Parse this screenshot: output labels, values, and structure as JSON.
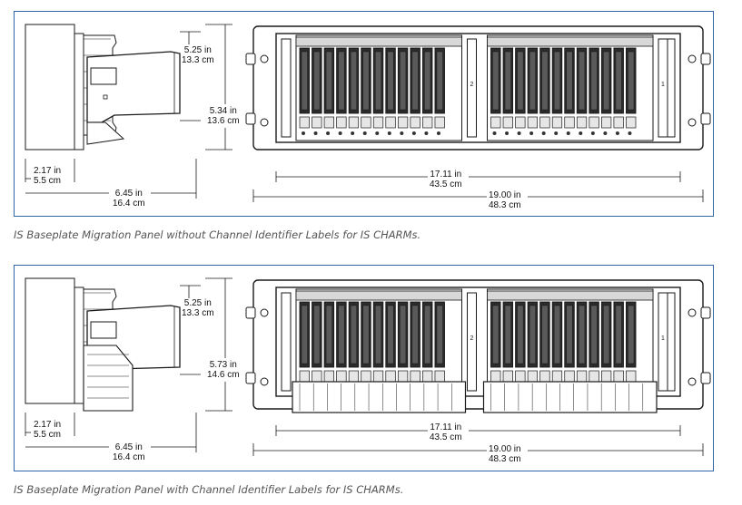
{
  "figures": [
    {
      "id": "without-labels",
      "caption": "IS Baseplate Migration Panel without Channel Identifier Labels for IS CHARMs.",
      "side_view": {
        "height_top": {
          "in": "5.25 in",
          "cm": "13.3 cm"
        },
        "height_total": {
          "in": "5.34 in",
          "cm": "13.6 cm"
        },
        "depth_small": {
          "in": "2.17 in",
          "cm": "5.5 cm"
        },
        "depth_total": {
          "in": "6.45 in",
          "cm": "16.4 cm"
        }
      },
      "front_view": {
        "inner_width": {
          "in": "17.11 in",
          "cm": "43.5 cm"
        },
        "total_width": {
          "in": "19.00 in",
          "cm": "48.3 cm"
        },
        "slot_labels": [
          "2",
          "1"
        ],
        "identifier_labels": false
      }
    },
    {
      "id": "with-labels",
      "caption": "IS Baseplate Migration Panel with Channel Identifier Labels for IS CHARMs.",
      "side_view": {
        "height_top": {
          "in": "5.25 in",
          "cm": "13.3 cm"
        },
        "height_total": {
          "in": "5.73 in",
          "cm": "14.6 cm"
        },
        "depth_small": {
          "in": "2.17 in",
          "cm": "5.5 cm"
        },
        "depth_total": {
          "in": "6.45 in",
          "cm": "16.4 cm"
        }
      },
      "front_view": {
        "inner_width": {
          "in": "17.11 in",
          "cm": "43.5 cm"
        },
        "total_width": {
          "in": "19.00 in",
          "cm": "48.3 cm"
        },
        "slot_labels": [
          "2",
          "1"
        ],
        "identifier_labels": true
      }
    }
  ],
  "colors": {
    "frame": "#2f64a8",
    "line": "#1a1a1a",
    "caption": "#555555"
  }
}
